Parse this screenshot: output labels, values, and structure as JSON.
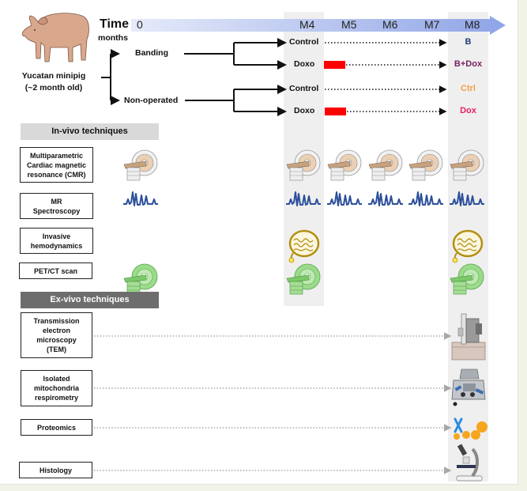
{
  "subject": {
    "label_line1": "Yucatan minipig",
    "label_line2": "(~2 month old)",
    "icon": "pig-illustration"
  },
  "timeline": {
    "title": "Time",
    "unit": "months",
    "ticks": [
      "0",
      "M4",
      "M5",
      "M6",
      "M7",
      "M8"
    ],
    "arrow_color": "#9aaee8",
    "highlighted_timepoints": [
      "M4",
      "M8"
    ]
  },
  "arms": [
    {
      "name": "Banding",
      "subgroups": [
        {
          "treatment": "Control",
          "doxo_bar": false,
          "endpoint_label": "B",
          "endpoint_color": "#1f3a7a"
        },
        {
          "treatment": "Doxo",
          "doxo_bar": true,
          "endpoint_label": "B+Dox",
          "endpoint_color": "#7b2264"
        }
      ]
    },
    {
      "name": "Non-operated",
      "subgroups": [
        {
          "treatment": "Control",
          "doxo_bar": false,
          "endpoint_label": "Ctrl",
          "endpoint_color": "#f4a045"
        },
        {
          "treatment": "Doxo",
          "doxo_bar": true,
          "endpoint_label": "Dox",
          "endpoint_color": "#e8206a"
        }
      ]
    }
  ],
  "doxo_bar_color": "#ff0000",
  "in_vivo": {
    "header": "In-vivo techniques",
    "header_bg": "#d9d9d9",
    "techniques": [
      {
        "label_lines": [
          "Multiparametric",
          "Cardiac magnetic",
          "resonance (CMR)"
        ],
        "icon": "mri-scanner-icon",
        "baseline": true,
        "timepoints": [
          "M4",
          "M5",
          "M6",
          "M7",
          "M8"
        ]
      },
      {
        "label_lines": [
          "MR",
          "Spectroscopy"
        ],
        "icon": "spectrum-icon",
        "baseline": true,
        "timepoints": [
          "M4",
          "M5",
          "M6",
          "M7",
          "M8"
        ]
      },
      {
        "label_lines": [
          "Invasive",
          "hemodynamics"
        ],
        "icon": "catheter-icon",
        "baseline": false,
        "timepoints": [
          "M4",
          "M8"
        ]
      },
      {
        "label_lines": [
          "PET/CT scan"
        ],
        "icon": "pet-ct-scanner-icon",
        "baseline": true,
        "timepoints": [
          "M4",
          "M8"
        ]
      }
    ]
  },
  "ex_vivo": {
    "header": "Ex-vivo techniques",
    "header_bg": "#6d6d6d",
    "techniques": [
      {
        "label_lines": [
          "Transmission",
          "electron",
          "microscopy",
          "(TEM)"
        ],
        "icon": "electron-microscope-icon",
        "timepoints": [
          "M8"
        ]
      },
      {
        "label_lines": [
          "Isolated",
          "mitochondria",
          "respirometry"
        ],
        "icon": "respirometer-icon",
        "timepoints": [
          "M8"
        ]
      },
      {
        "label_lines": [
          "Proteomics"
        ],
        "icon": "proteomics-icon",
        "timepoints": [
          "M8"
        ]
      },
      {
        "label_lines": [
          "Histology"
        ],
        "icon": "microscope-icon",
        "timepoints": [
          "M8"
        ]
      }
    ]
  }
}
